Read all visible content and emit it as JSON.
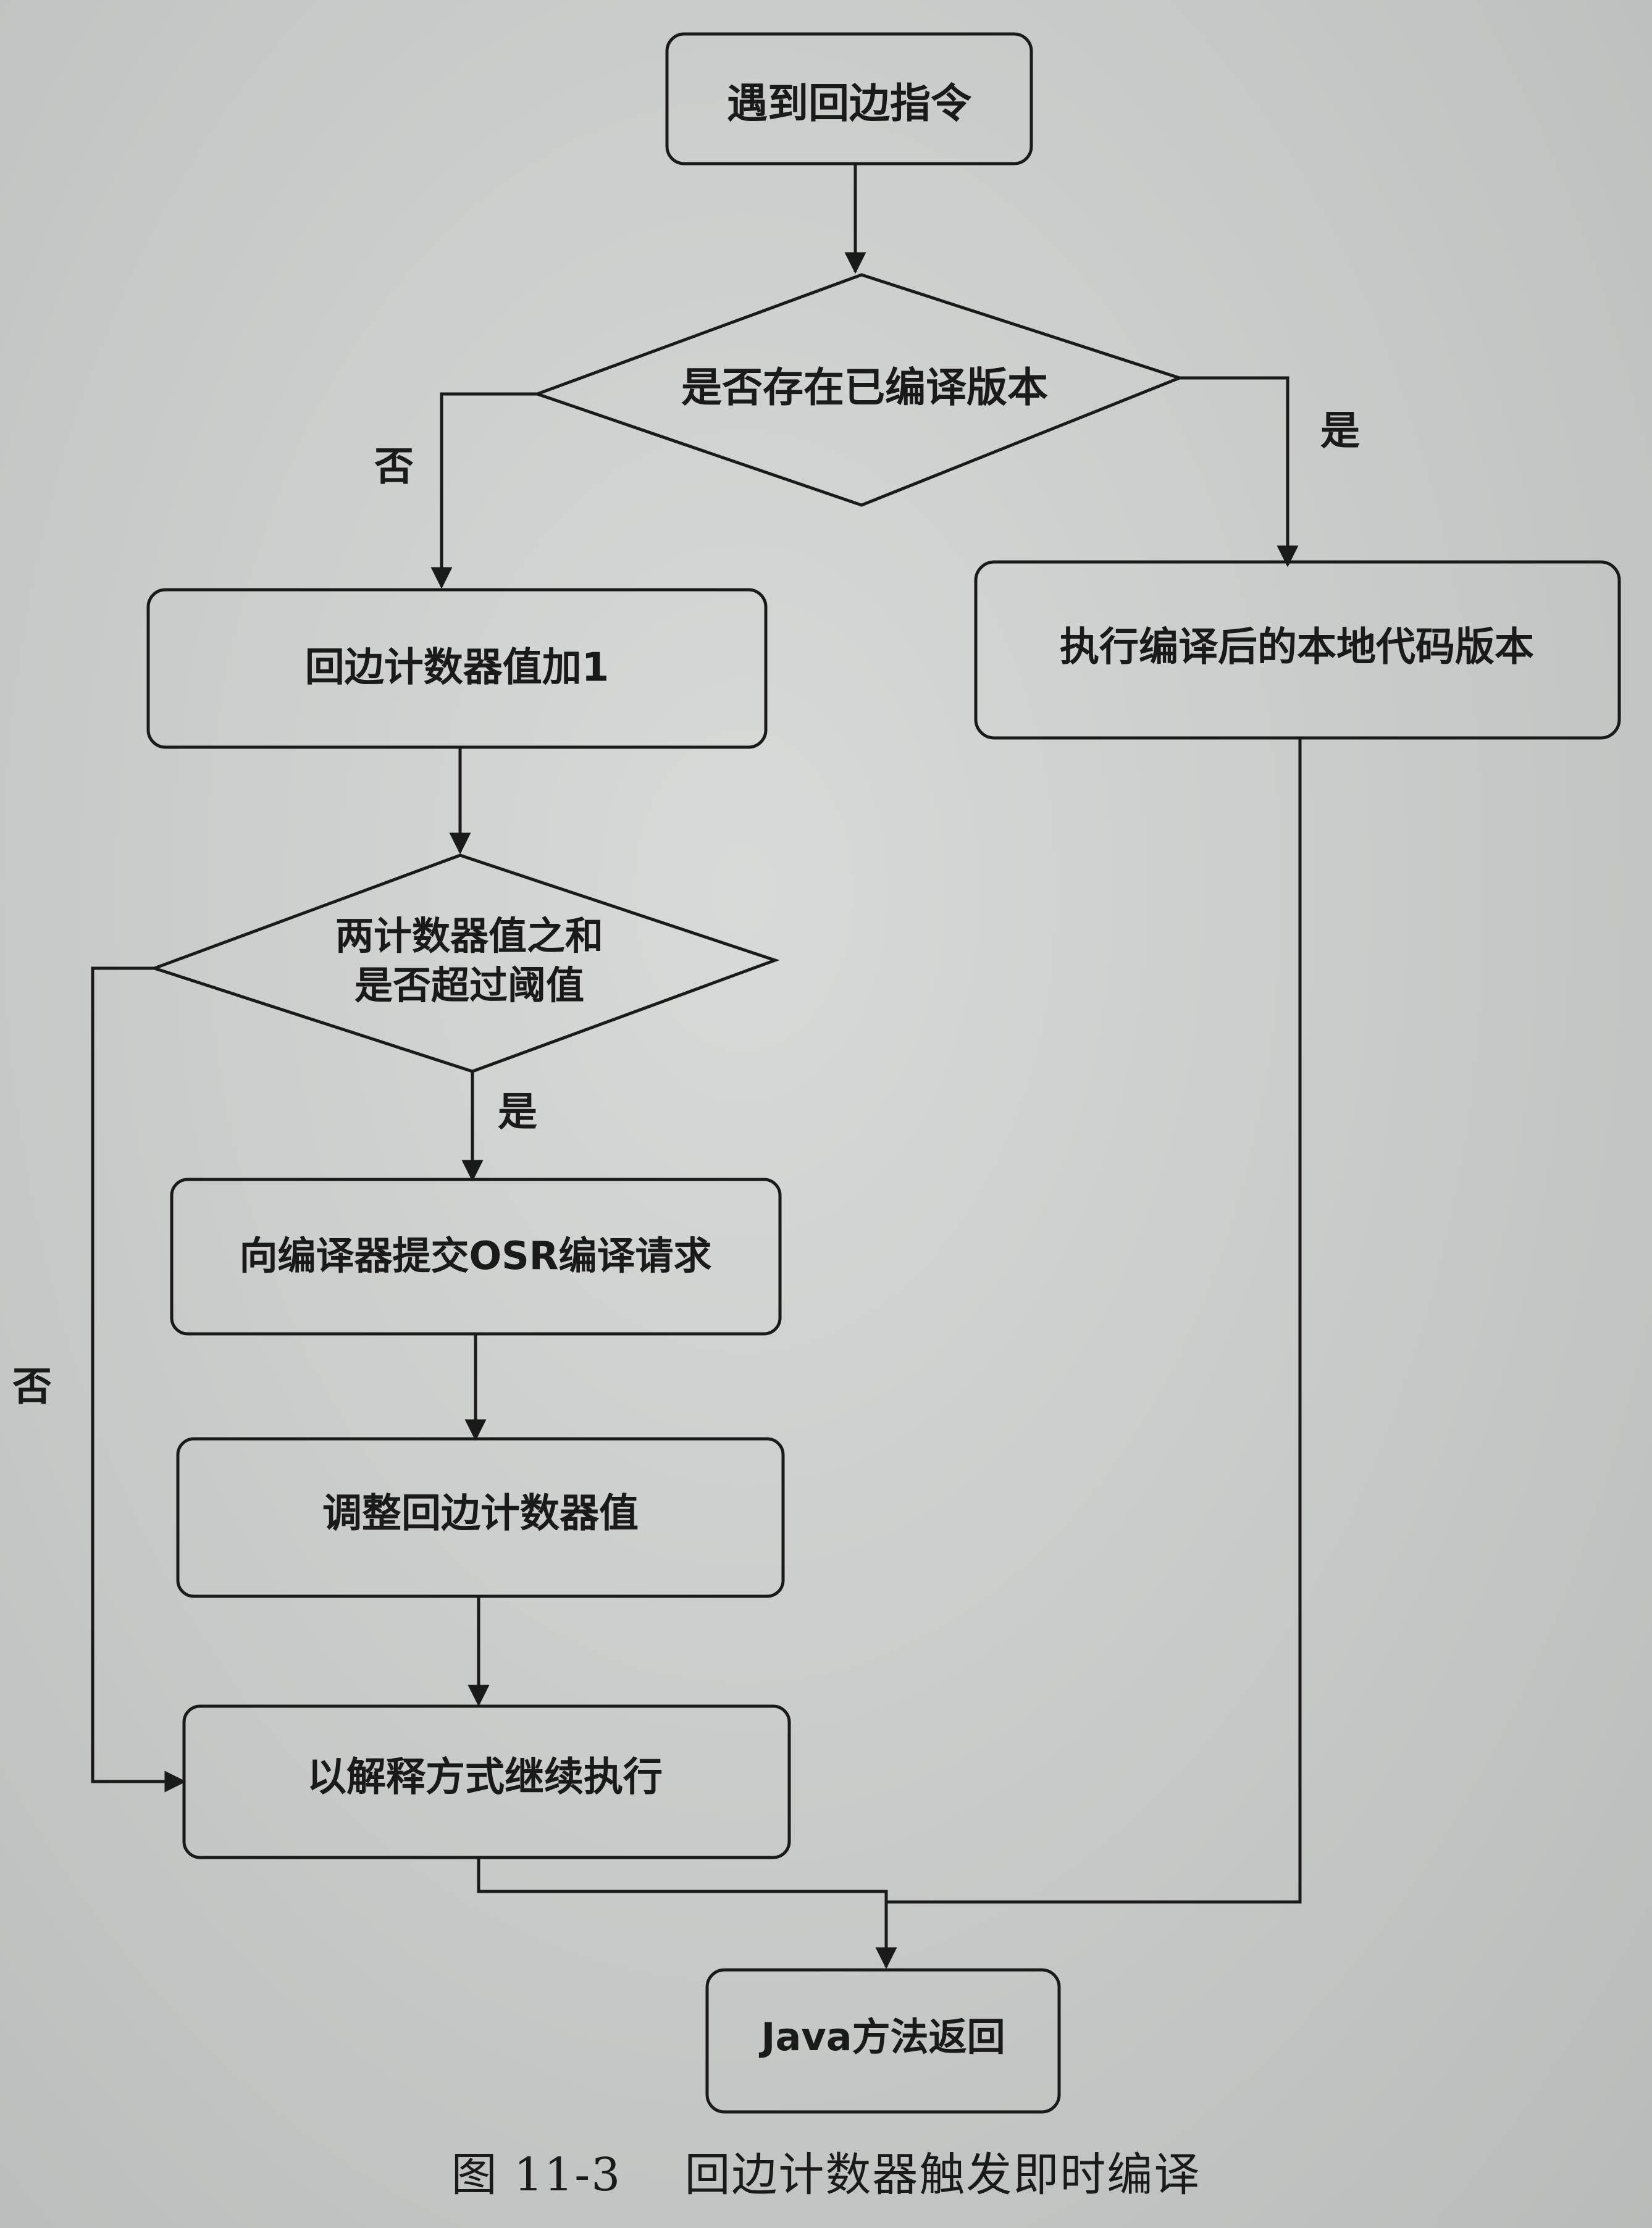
{
  "flowchart": {
    "nodes": {
      "start": "遇到回边指令",
      "decision_compiled": "是否存在已编译版本",
      "increment": "回边计数器值加1",
      "run_native": "执行编译后的本地代码版本",
      "decision_threshold_line1": "两计数器值之和",
      "decision_threshold_line2": "是否超过阈值",
      "submit_osr": "向编译器提交OSR编译请求",
      "adjust_counter": "调整回边计数器值",
      "interpret": "以解释方式继续执行",
      "end": "Java方法返回"
    },
    "edge_labels": {
      "compiled_no": "否",
      "compiled_yes": "是",
      "threshold_yes": "是",
      "threshold_no": "否"
    }
  },
  "caption": {
    "figure_number": "图 11-3",
    "title": "回边计数器触发即时编译"
  }
}
